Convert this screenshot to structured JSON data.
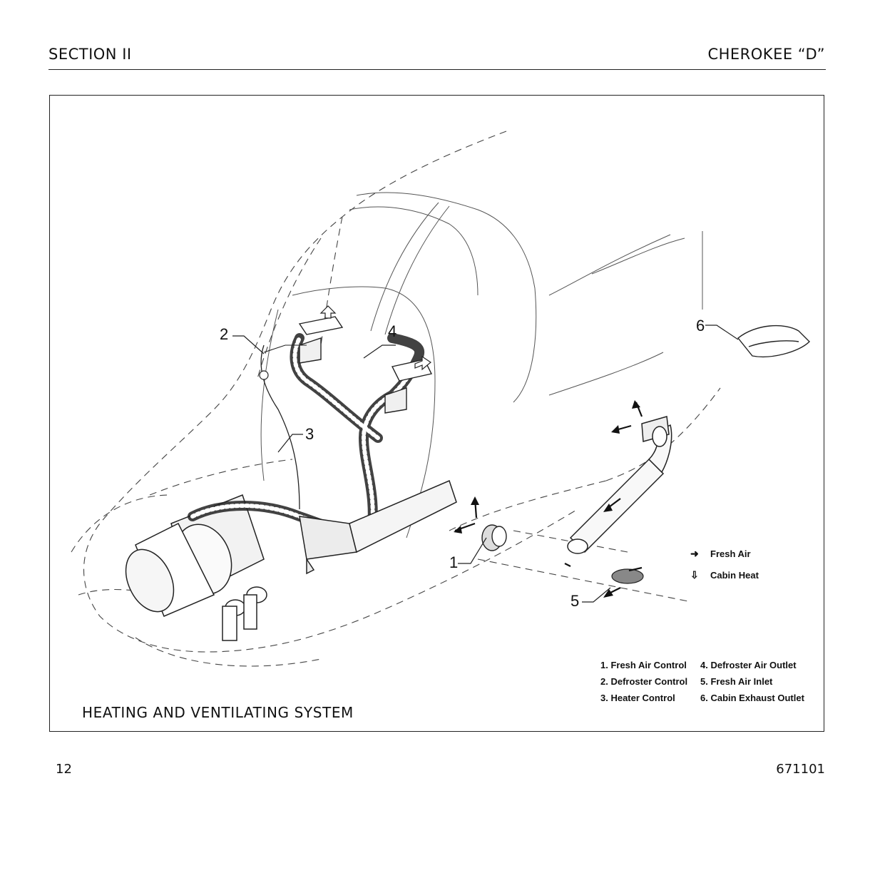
{
  "header": {
    "section": "SECTION II",
    "model": "CHEROKEE “D”"
  },
  "figure": {
    "caption": "HEATING AND VENTILATING SYSTEM",
    "callouts": [
      "1",
      "2",
      "3",
      "4",
      "5",
      "6"
    ],
    "key": {
      "fresh_air_symbol": "➜",
      "fresh_air_label": "Fresh Air",
      "cabin_heat_symbol": "⇩",
      "cabin_heat_label": "Cabin Heat"
    },
    "legend": {
      "col1": [
        "1. Fresh Air Control",
        "2. Defroster Control",
        "3. Heater Control"
      ],
      "col2": [
        "4. Defroster Air Outlet",
        "5. Fresh Air Inlet",
        "6. Cabin Exhaust Outlet"
      ]
    }
  },
  "footer": {
    "page_number": "12",
    "revision": "671101"
  }
}
